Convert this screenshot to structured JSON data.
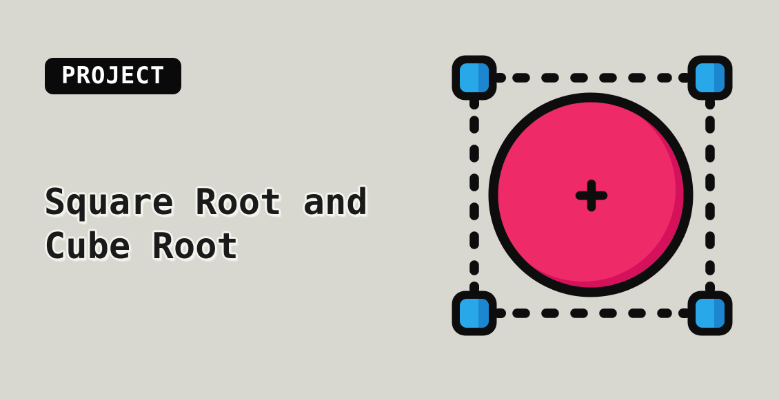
{
  "badge": {
    "label": "PROJECT"
  },
  "title": {
    "line1": "Square Root and",
    "line2": "Cube Root"
  },
  "illustration": {
    "name": "selected-circle-with-transform-handles",
    "colors": {
      "background": "#D8D8D0",
      "outline": "#0D0D0D",
      "shape_fill": "#EE2A68",
      "shape_shade": "#D5115C",
      "handle_fill": "#29A8E9",
      "handle_shade": "#1C87D0"
    }
  },
  "colors": {
    "page_background": "#D8D8D0",
    "title_text": "#1A1A1A",
    "title_halo": "#F4F4EE",
    "badge_background": "#0A0A0A",
    "badge_text": "#FFFFFF"
  }
}
